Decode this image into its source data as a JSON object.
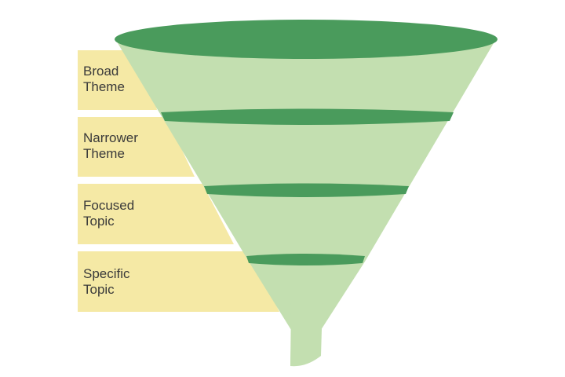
{
  "funnel": {
    "colors": {
      "label_box": "#f5e9a5",
      "funnel_body": "#c3dfb0",
      "funnel_band": "#4a9b5c"
    },
    "stages": [
      {
        "line1": "Broad",
        "line2": "Theme"
      },
      {
        "line1": "Narrower",
        "line2": "Theme"
      },
      {
        "line1": "Focused",
        "line2": "Topic"
      },
      {
        "line1": "Specific",
        "line2": "Topic"
      }
    ]
  }
}
